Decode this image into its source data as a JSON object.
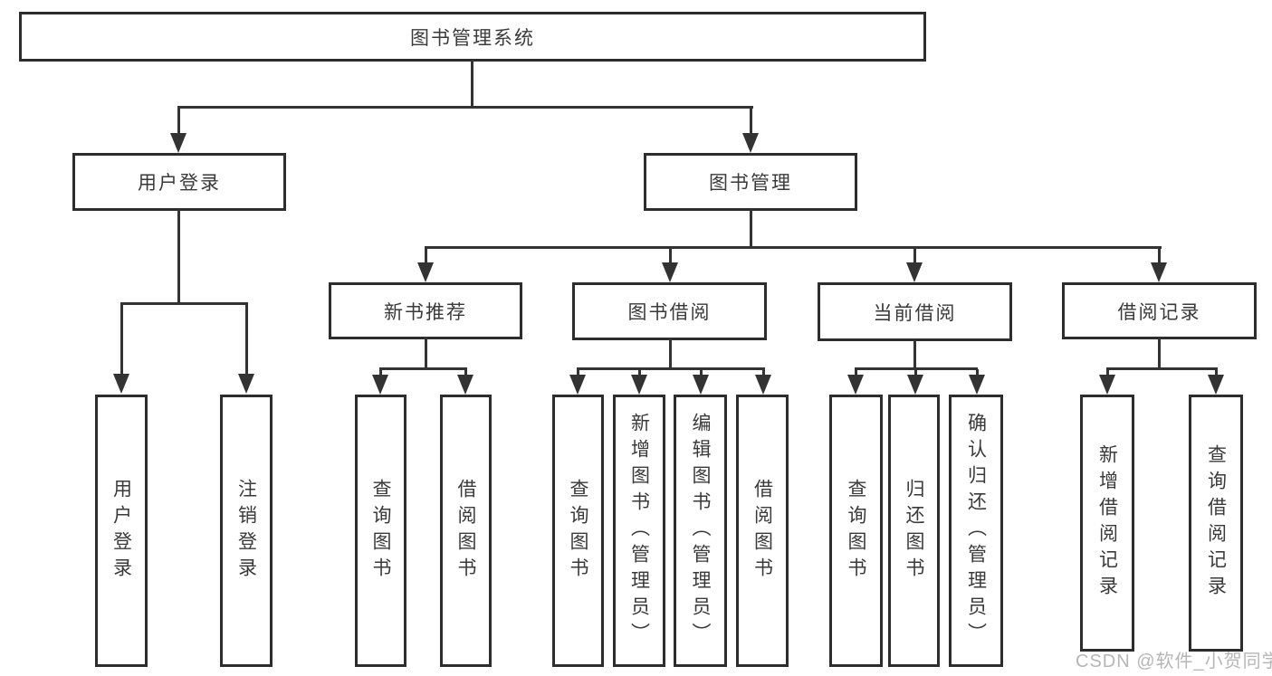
{
  "colors": {
    "line": "#333333",
    "border": "#2d2d2d",
    "text": "#3a3a3a",
    "watermark": "#b6b6b6",
    "background": "#ffffff"
  },
  "tree": {
    "root": {
      "label": "图书管理系统"
    },
    "branches": [
      {
        "label": "用户登录",
        "children": [
          {
            "label": "用户登录"
          },
          {
            "label": "注销登录"
          }
        ]
      },
      {
        "label": "图书管理",
        "children": [
          {
            "label": "新书推荐",
            "children": [
              {
                "label": "查询图书"
              },
              {
                "label": "借阅图书"
              }
            ]
          },
          {
            "label": "图书借阅",
            "children": [
              {
                "label": "查询图书"
              },
              {
                "label": "新增图书（管理员）"
              },
              {
                "label": "编辑图书（管理员）"
              },
              {
                "label": "借阅图书"
              }
            ]
          },
          {
            "label": "当前借阅",
            "children": [
              {
                "label": "查询图书"
              },
              {
                "label": "归还图书"
              },
              {
                "label": "确认归还（管理员）"
              }
            ]
          },
          {
            "label": "借阅记录",
            "children": [
              {
                "label": "新增借阅记录"
              },
              {
                "label": "查询借阅记录"
              }
            ]
          }
        ]
      }
    ]
  },
  "watermark": {
    "text": "CSDN @软件_小贺同学"
  }
}
